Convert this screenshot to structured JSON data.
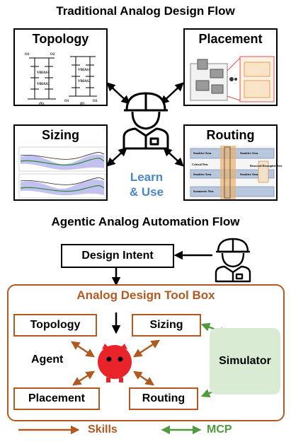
{
  "top_title": "Traditional Analog Design Flow",
  "cards": {
    "topology": {
      "label": "Topology",
      "texts": [
        "O1",
        "O2",
        "VBIAS1",
        "VBIAS2",
        "O1",
        "O2",
        "VBIAS1",
        "VBIAS2",
        "(N)",
        "(P)"
      ]
    },
    "placement": {
      "label": "Placement"
    },
    "sizing": {
      "label": "Sizing"
    },
    "routing": {
      "label": "Routing",
      "texts": [
        "Sensitive Area",
        "Sensitive Area",
        "Sensitive Area",
        "Sensitive Area",
        "Critical Nets",
        "Symmetric Nets",
        "Reserved Decoupled Nets"
      ]
    }
  },
  "learn_use": [
    "Learn",
    "& Use"
  ],
  "bottom_title": "Agentic Analog Automation Flow",
  "design_intent": "Design Intent",
  "toolbox": {
    "title": "Analog Design Tool Box",
    "topology": "Topology",
    "sizing": "Sizing",
    "agent": "Agent",
    "placement": "Placement",
    "routing": "Routing",
    "simulator": "Simulator"
  },
  "legend": {
    "skills": "Skills",
    "mcp": "MCP"
  },
  "colors": {
    "skills": "#b05a22",
    "mcp": "#4f9a3a",
    "learn": "#4a86c8",
    "agent": "#e8232a",
    "simulator_bg": "#d9ecd3"
  }
}
